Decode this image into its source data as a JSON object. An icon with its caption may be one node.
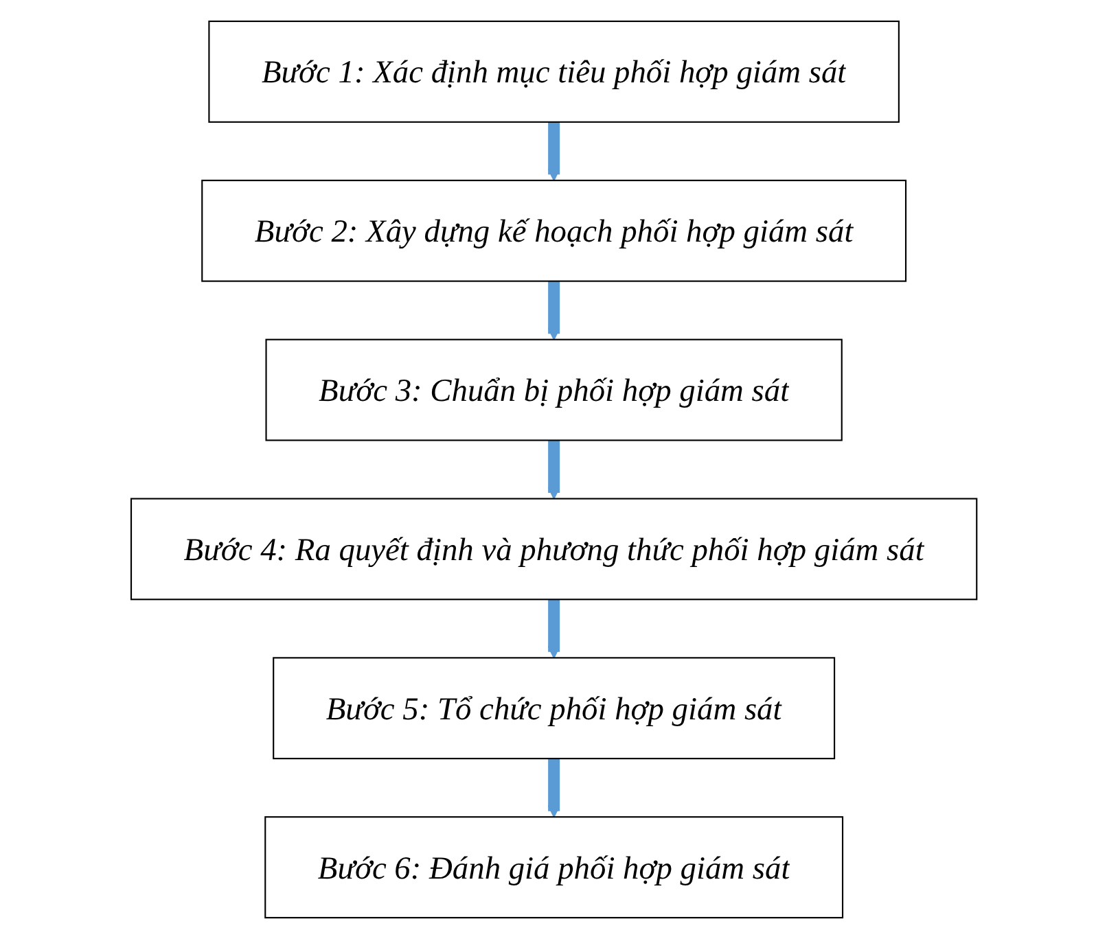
{
  "diagram": {
    "nodes": [
      {
        "text": [
          "Bước 1: Xác định mục tiêu phối hợp giám sát"
        ]
      },
      {
        "text": [
          "Bước 2: Xây dựng kế hoạch phối hợp giám sát"
        ]
      },
      {
        "text": [
          "Bước 3: Chuẩn bị phối hợp giám sát"
        ]
      },
      {
        "text": [
          "Bước 4: Ra quyết định và phương thức phối hợp giám sát"
        ]
      },
      {
        "text": [
          "Bước 5: Tổ chức phối hợp giám sát"
        ]
      },
      {
        "text": [
          "Bước 6: Đánh giá phối hợp giám sát"
        ]
      }
    ],
    "edges": [
      {
        "from": 0,
        "to": 1,
        "arrow": "to"
      },
      {
        "from": 1,
        "to": 2,
        "arrow": "to"
      },
      {
        "from": 2,
        "to": 3,
        "arrow": "to"
      },
      {
        "from": 3,
        "to": 4,
        "arrow": "to"
      },
      {
        "from": 4,
        "to": 5,
        "arrow": "to"
      }
    ]
  }
}
